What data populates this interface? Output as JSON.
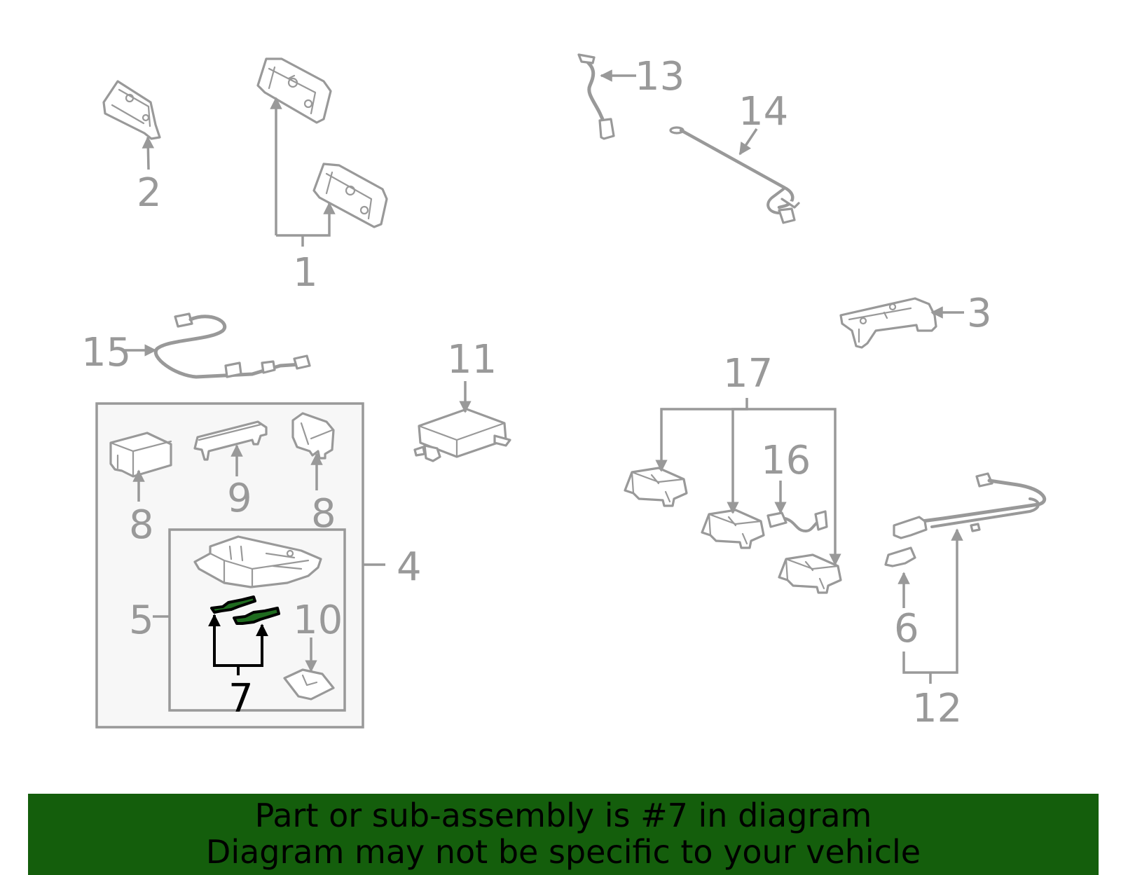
{
  "diagram": {
    "callouts": {
      "c1": "1",
      "c2": "2",
      "c3": "3",
      "c4": "4",
      "c5": "5",
      "c6": "6",
      "c7": "7",
      "c8a": "8",
      "c8b": "8",
      "c9": "9",
      "c10": "10",
      "c11": "11",
      "c12": "12",
      "c13": "13",
      "c14": "14",
      "c15": "15",
      "c16": "16",
      "c17": "17"
    },
    "highlight_color": "#1f6b1f",
    "line_color": "#999999"
  },
  "banner": {
    "line1": "Part or sub-assembly is #7 in diagram",
    "line2": "Diagram may not be specific to your vehicle",
    "background": "#145e0c"
  }
}
